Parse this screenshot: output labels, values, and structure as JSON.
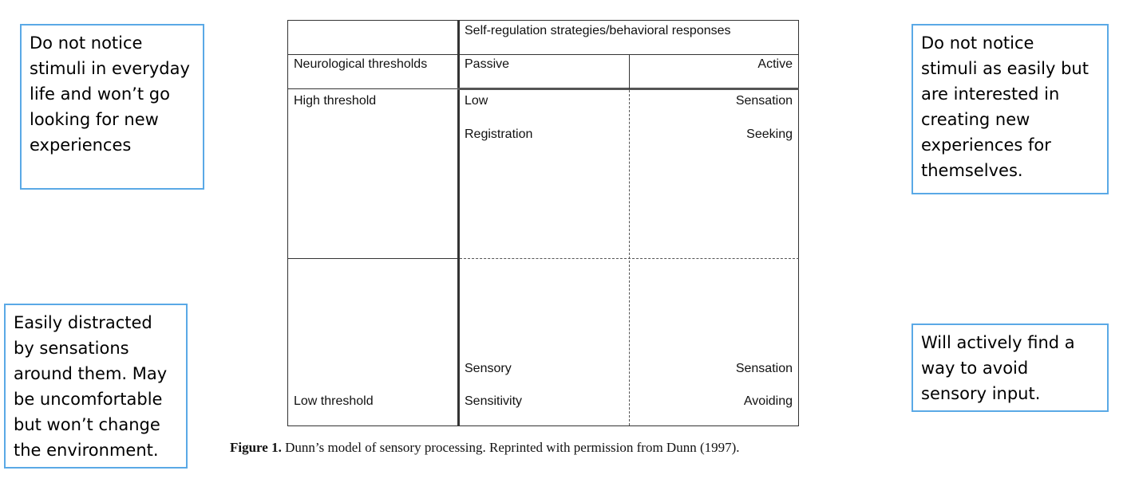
{
  "callouts": {
    "top_left": "Do not notice\nstimuli in everyday\nlife and won’t go\nlooking for new\nexperiences",
    "top_right": "Do not notice\nstimuli as easily but\nare interested in\ncreating new\nexperiences for\nthemselves.",
    "bottom_left": "Easily distracted\nby sensations\naround them. May\nbe uncomfortable\nbut won’t change\nthe environment.",
    "bottom_right": "Will actively find a\nway to avoid\nsensory input.",
    "border_color": "#5aa9e6"
  },
  "table": {
    "header_span": "Self-regulation strategies/behavioral responses",
    "row_header": "Neurological thresholds",
    "col_passive": "Passive",
    "col_active": "Active",
    "high_threshold": "High threshold",
    "low_threshold": "Low threshold",
    "q1_line1": "Low",
    "q1_line2": "Registration",
    "q2_line1": "Sensation",
    "q2_line2": "Seeking",
    "q3_line1": "Sensory",
    "q3_line2": "Sensitivity",
    "q4_line1": "Sensation",
    "q4_line2": "Avoiding"
  },
  "caption": {
    "label": "Figure 1.",
    "text": " Dunn’s model of sensory processing. Reprinted with permission from Dunn (1997)."
  }
}
